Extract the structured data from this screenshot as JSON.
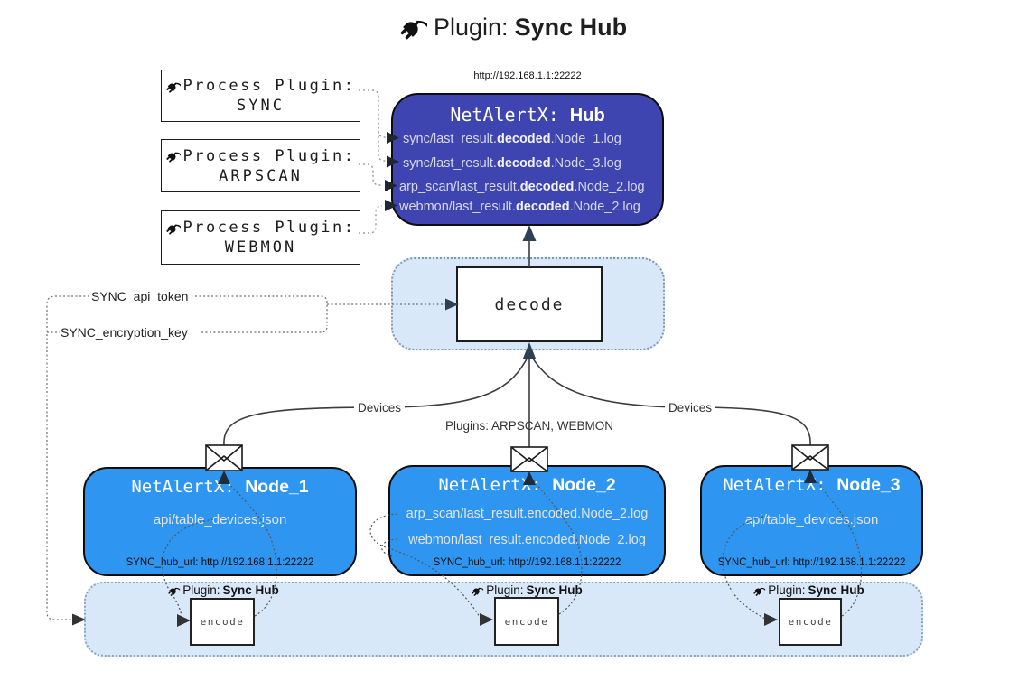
{
  "title": {
    "prefix": "Plugin: ",
    "name": "Sync Hub"
  },
  "process_plugins": [
    {
      "label": "Process Plugin:",
      "name": "SYNC"
    },
    {
      "label": "Process Plugin:",
      "name": "ARPSCAN"
    },
    {
      "label": "Process Plugin:",
      "name": "WEBMON"
    }
  ],
  "hub": {
    "url": "http://192.168.1.1:22222",
    "title_prefix": "NetAlertX: ",
    "title_name": "Hub",
    "log_lines": [
      {
        "pre": "sync/last_result.",
        "bold": "decoded",
        "post": ".Node_1.log"
      },
      {
        "pre": "sync/last_result.",
        "bold": "decoded",
        "post": ".Node_3.log"
      },
      {
        "pre": "arp_scan/last_result.",
        "bold": "decoded",
        "post": ".Node_2.log"
      },
      {
        "pre": "webmon/last_result.",
        "bold": "decoded",
        "post": ".Node_2.log"
      }
    ]
  },
  "decode": {
    "label": "decode"
  },
  "settings": {
    "api_token": "SYNC_api_token",
    "encryption_key": "SYNC_encryption_key"
  },
  "edge_labels": {
    "devices_left": "Devices",
    "plugins_middle": "Plugins: ARPSCAN, WEBMON",
    "devices_right": "Devices"
  },
  "nodes": [
    {
      "title_prefix": "NetAlertX: ",
      "title_name": "Node_1",
      "files": [
        "api/table_devices.json"
      ],
      "footer": "SYNC_hub_url: http://192.168.1.1:22222"
    },
    {
      "title_prefix": "NetAlertX: ",
      "title_name": "Node_2",
      "files": [
        "arp_scan/last_result.encoded.Node_2.log",
        "webmon/last_result.encoded.Node_2.log"
      ],
      "footer": "SYNC_hub_url: http://192.168.1.1:22222"
    },
    {
      "title_prefix": "NetAlertX: ",
      "title_name": "Node_3",
      "files": [
        "api/table_devices.json"
      ],
      "footer": "SYNC_hub_url: http://192.168.1.1:22222"
    }
  ],
  "band": {
    "plugin_prefix": "Plugin: ",
    "plugin_name": "Sync Hub",
    "encode_label": "encode"
  },
  "colors": {
    "hub_bg": "#3E45B0",
    "node_bg": "#2E96F0",
    "panel_bg": "#D8E8F8",
    "box_border": "#111111",
    "arrow_dark": "#2E4154",
    "light_text": "#D8D8E6"
  }
}
